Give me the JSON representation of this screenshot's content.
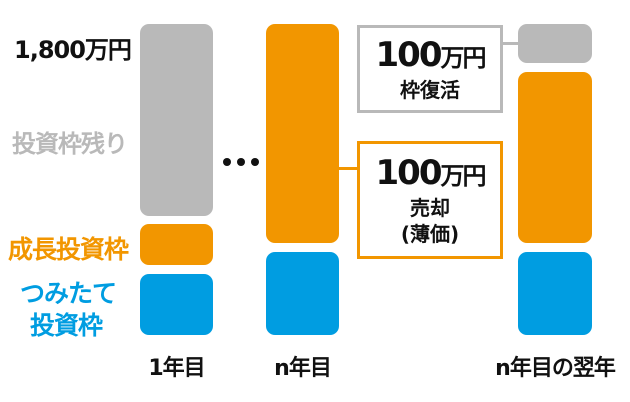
{
  "colors": {
    "remaining": "#b9b9b9",
    "growth": "#f29600",
    "tsumitate": "#009de1"
  },
  "labels": {
    "total": "1,800万円",
    "remaining": "投資枠残り",
    "growth": "成長投資枠",
    "tsumitate_line1": "つみたて",
    "tsumitate_line2": "投資枠"
  },
  "ellipsis": "…",
  "boxes": {
    "restore": {
      "amount": "100",
      "unit": "万円",
      "text": "枠復活"
    },
    "sell": {
      "amount": "100",
      "unit": "万円",
      "text": "売却",
      "note": "(薄価)"
    }
  },
  "columns": [
    "1年目",
    "n年目",
    "n年目の翌年"
  ]
}
